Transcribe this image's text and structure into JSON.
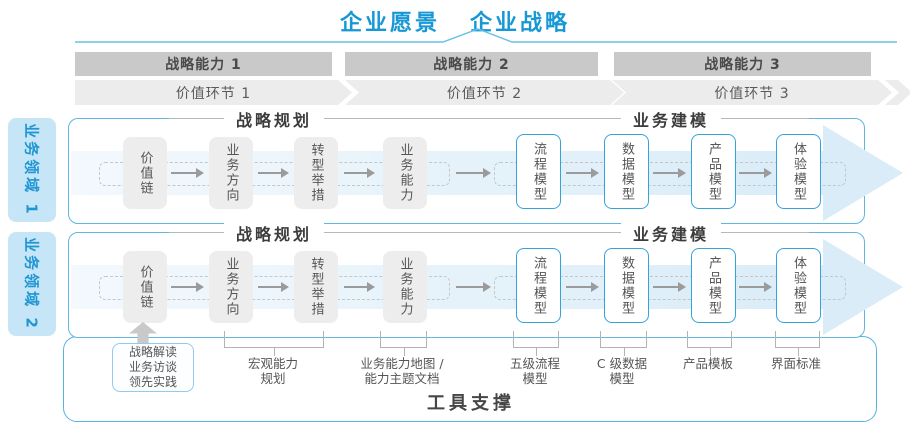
{
  "header": {
    "vision": "企业愿景",
    "strategy": "企业战略"
  },
  "capability_bands": [
    {
      "label": "战略能力 1"
    },
    {
      "label": "战略能力 2"
    },
    {
      "label": "战略能力 3"
    }
  ],
  "value_chain_bands": [
    {
      "label": "价值环节 1"
    },
    {
      "label": "价值环节 2"
    },
    {
      "label": "价值环节 3"
    }
  ],
  "domains": [
    {
      "label": "业务领域 1",
      "planning_title": "战略规划",
      "modeling_title": "业务建模",
      "planning_boxes": [
        "价值链",
        "业务方向",
        "转型举措",
        "业务能力"
      ],
      "modeling_boxes": [
        "流程模型",
        "数据模型",
        "产品模型",
        "体验模型"
      ]
    },
    {
      "label": "业务领域 2",
      "planning_title": "战略规划",
      "modeling_title": "业务建模",
      "planning_boxes": [
        "价值链",
        "业务方向",
        "转型举措",
        "业务能力"
      ],
      "modeling_boxes": [
        "流程模型",
        "数据模型",
        "产品模型",
        "体验模型"
      ]
    }
  ],
  "annotations": {
    "practice_box": "战略解读\n业务访谈\n领先实践",
    "notes": [
      {
        "label": "宏观能力\n规划"
      },
      {
        "label": "业务能力地图 /\n能力主题文档"
      },
      {
        "label": "五级流程\n模型"
      },
      {
        "label": "C 级数据\n模型"
      },
      {
        "label": "产品模板"
      },
      {
        "label": "界面标准"
      }
    ]
  },
  "footer": {
    "tool_support": "工具支撑"
  },
  "colors": {
    "accent_blue": "#1798d5",
    "light_blue_fill": "#c6e5f6",
    "band_gray": "#c9c9c9",
    "chevron_gray": "#ececec",
    "box_gray": "#ededed",
    "box_border_blue": "#35a3da",
    "flow_band_blue": "#d9ecf8"
  }
}
